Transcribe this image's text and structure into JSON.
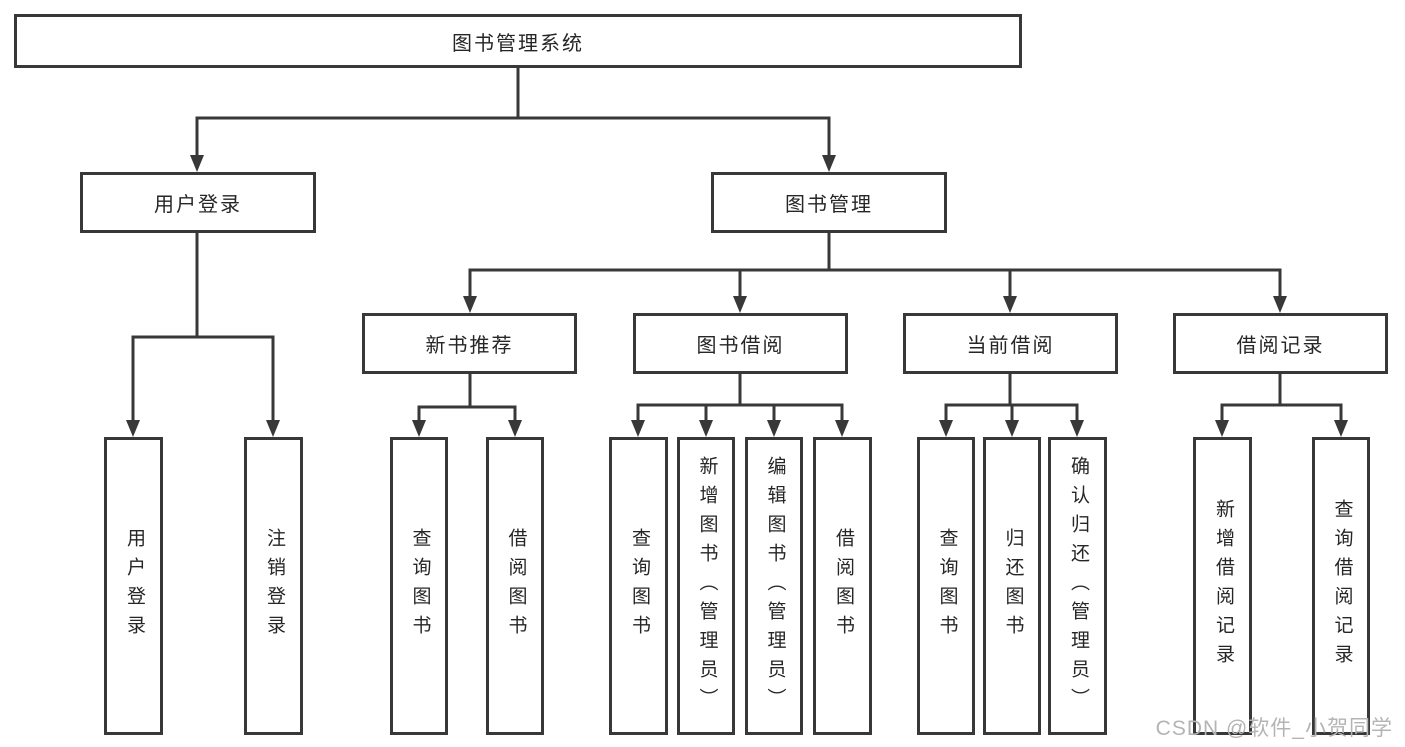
{
  "tree": {
    "root": {
      "label": "图书管理系统"
    },
    "branches": [
      {
        "label": "用户登录",
        "children": [
          {
            "label": "用户登录"
          },
          {
            "label": "注销登录"
          }
        ]
      },
      {
        "label": "图书管理",
        "children": [
          {
            "label": "新书推荐",
            "children": [
              {
                "label": "查询图书"
              },
              {
                "label": "借阅图书"
              }
            ]
          },
          {
            "label": "图书借阅",
            "children": [
              {
                "label": "查询图书"
              },
              {
                "label": "新增图书（管理员）"
              },
              {
                "label": "编辑图书（管理员）"
              },
              {
                "label": "借阅图书"
              }
            ]
          },
          {
            "label": "当前借阅",
            "children": [
              {
                "label": "查询图书"
              },
              {
                "label": "归还图书"
              },
              {
                "label": "确认归还（管理员）"
              }
            ]
          },
          {
            "label": "借阅记录",
            "children": [
              {
                "label": "新增借阅记录"
              },
              {
                "label": "查询借阅记录"
              }
            ]
          }
        ]
      }
    ]
  },
  "watermark": "CSDN @软件_小贺同学",
  "colors": {
    "line": "#383838",
    "text": "#262626",
    "watermark_gray": "#b4b4b4",
    "background": "#ffffff"
  }
}
